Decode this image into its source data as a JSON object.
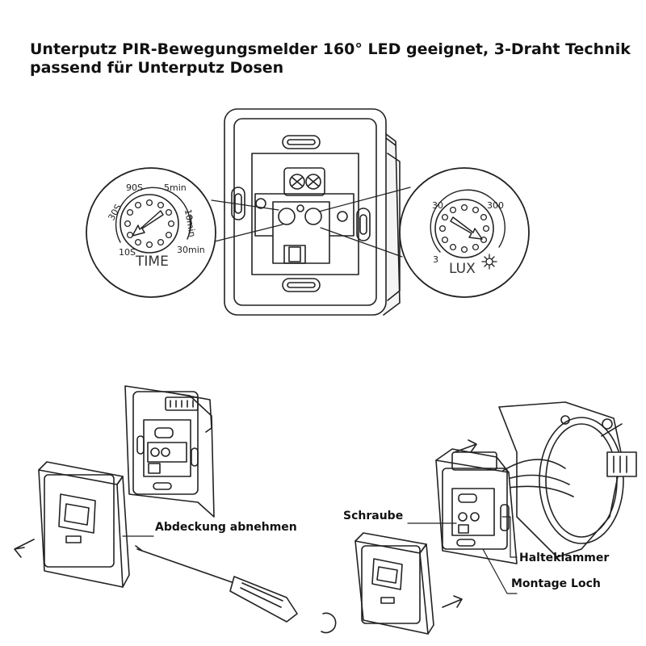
{
  "title": {
    "line1": "Unterputz PIR-Bewegungsmelder 160° LED geeignet, 3-Draht Technik",
    "line2": "passend für Unterputz Dosen"
  },
  "time_dial": {
    "name": "TIME",
    "marks": [
      "10S",
      "30S",
      "90S",
      "5min",
      "10min",
      "30min"
    ]
  },
  "lux_dial": {
    "name": "LUX",
    "marks": [
      "3",
      "30",
      "300"
    ],
    "sun_icon": "sun-icon"
  },
  "labels": {
    "cover": "Abdeckung abnehmen",
    "screw": "Schraube",
    "clip": "Halteklammer",
    "hole": "Montage Loch"
  }
}
